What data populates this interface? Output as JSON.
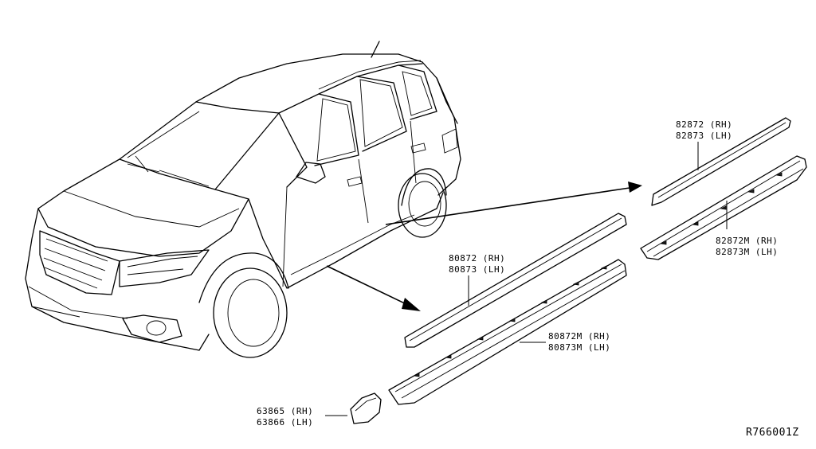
{
  "callouts": {
    "a1": "82872 (RH)",
    "a2": "82873 (LH)",
    "b1": "82872M (RH)",
    "b2": "82873M (LH)",
    "c1": "80872 (RH)",
    "c2": "80873 (LH)",
    "d1": "80872M (RH)",
    "d2": "80873M (LH)",
    "e1": "63865 (RH)",
    "e2": "63866 (LH)"
  },
  "diagram_code": "R766001Z"
}
